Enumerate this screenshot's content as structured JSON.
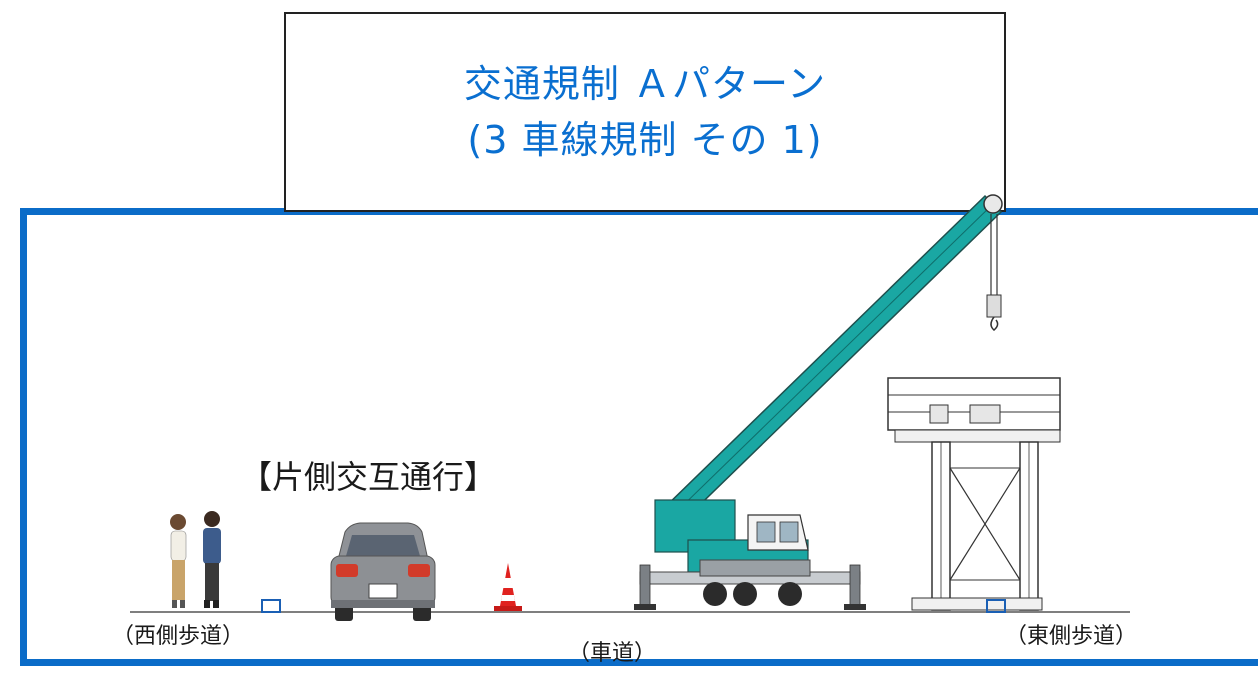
{
  "title": {
    "line1": "交通規制 Ａパターン",
    "line2": "(3 車線規制 その 1)"
  },
  "mode_label": "【片側交互通行】",
  "labels": {
    "west_sidewalk": "（西側歩道）",
    "roadway": "（車道）",
    "east_sidewalk": "（東側歩道）"
  },
  "colors": {
    "frame": "#0b6cc8",
    "title_text": "#0a6fd0",
    "crane_body": "#1aa7a3",
    "car_body": "#8d9094",
    "cone": "#e0221f"
  },
  "icons": [
    "pedestrians-icon",
    "car-icon",
    "traffic-cone-icon",
    "crane-truck-icon",
    "bridge-pier-icon",
    "sidewalk-marker-icon"
  ]
}
